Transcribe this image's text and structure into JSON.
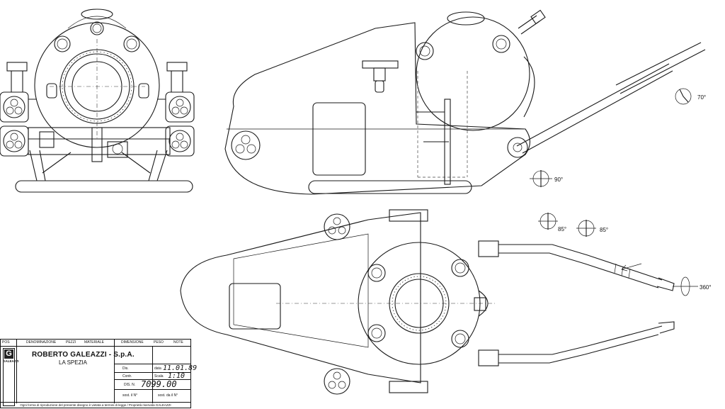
{
  "angles": {
    "top_right": "70°",
    "side_lower": "90°",
    "plan_a": "85°",
    "plan_b": "85°",
    "plan_rot": "360°"
  },
  "title_block": {
    "header": {
      "pos": "POS",
      "denominazione": "DENOMINAZIONE",
      "pezzi": "PEZZI",
      "materiale": "MATERIALE",
      "dimensione": "DIMENSIONE",
      "peso": "PESO",
      "note": "NOTE"
    },
    "company": "ROBERTO GALEAZZI - S.p.A.",
    "city": "LA SPEZIA",
    "logo_letter": "G",
    "logo_brand": "GALEAZZI",
    "des_label": "Dis.",
    "data_label": "data",
    "date": "11.01.89",
    "scala_label": "Scala",
    "scale": "1:10",
    "contr_label": "Contr.",
    "dis_n_label": "DIS. N.",
    "drawing_number": "7099.00",
    "sost_label": "sost. il N°",
    "sost_da_label": "sost. da il N°",
    "footer": "Ogni forma di riproduzione del presente disegno è vietata a termini di legge / Proprietà riservata GALEAZZI"
  }
}
